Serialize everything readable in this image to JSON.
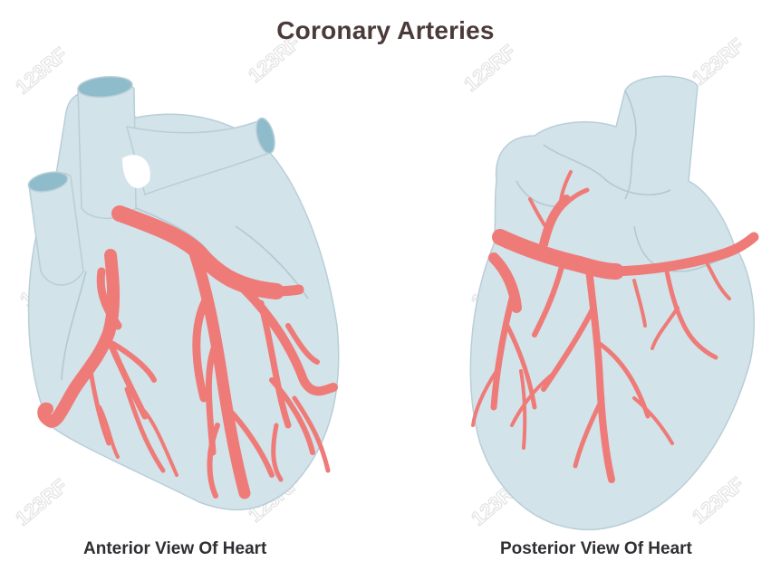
{
  "title": "Coronary Arteries",
  "views": {
    "anterior_label": "Anterior View Of Heart",
    "posterior_label": "Posterior View Of Heart"
  },
  "watermark": {
    "text": "123RF"
  },
  "colors": {
    "heart_fill": "#d2e3ea",
    "heart_outline": "#b9ced8",
    "vessel_opening": "#8fbccb",
    "artery": "#ef7b78",
    "title": "#4a3b38",
    "caption": "#2f2f33",
    "background": "#ffffff"
  }
}
